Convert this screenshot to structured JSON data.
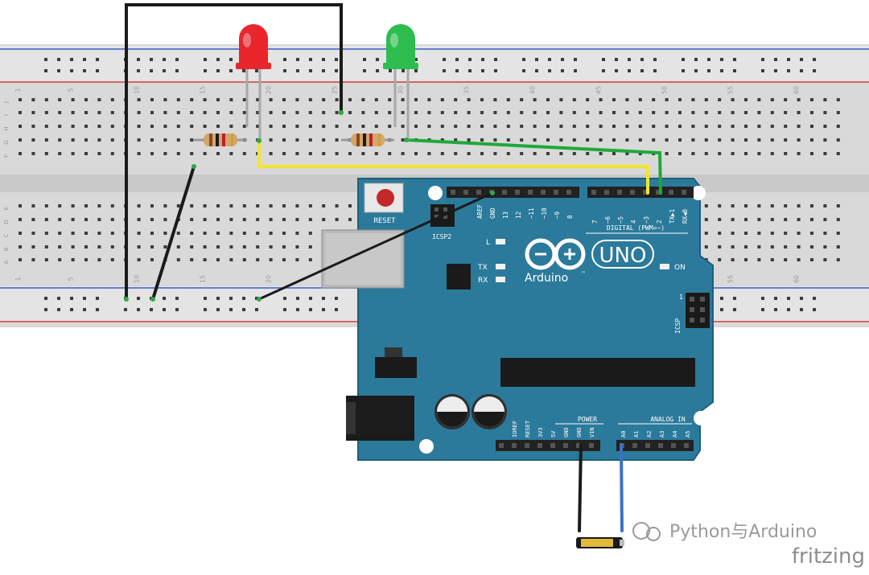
{
  "breadboard": {
    "column_numbers": [
      "1",
      "5",
      "10",
      "15",
      "20",
      "25",
      "30",
      "35",
      "40",
      "45",
      "50",
      "55",
      "60"
    ],
    "row_letters_top": [
      "J",
      "I",
      "H",
      "G",
      "F"
    ],
    "row_letters_bottom": [
      "E",
      "D",
      "C",
      "B",
      "A"
    ]
  },
  "arduino": {
    "logo_text": "Arduino",
    "logo_tm": "™",
    "model": "UNO",
    "reset_label": "RESET",
    "icsp2_label": "ICSP2",
    "icsp_label": "ICSP",
    "icsp_pin1": "1",
    "led_l": "L",
    "led_tx": "TX",
    "led_rx": "RX",
    "led_on": "ON",
    "digital_label": "DIGITAL (PWM=~)",
    "power_label": "POWER",
    "analog_label": "ANALOG IN",
    "top_header_left_pins": [
      "AREF",
      "GND",
      "13",
      "12",
      "~11",
      "~10",
      "~9",
      "8"
    ],
    "top_header_right_pins": [
      "7",
      "~6",
      "~5",
      "4",
      "~3",
      "2",
      "TX▶1",
      "RX◀0"
    ],
    "power_pins": [
      "IOREF",
      "RESET",
      "3V3",
      "5V",
      "GND",
      "GND",
      "VIN"
    ],
    "analog_pins": [
      "A0",
      "A1",
      "A2",
      "A3",
      "A4",
      "A5"
    ]
  },
  "components": {
    "led_red_color": "#e8262b",
    "led_green_color": "#2dbd4e"
  },
  "wires": {
    "black": "#1a1a1a",
    "yellow": "#f2e533",
    "green": "#1fa83a",
    "blue": "#3a72c4"
  },
  "watermark": {
    "text": "Python与Arduino"
  },
  "brand": {
    "text": "fritzing"
  }
}
